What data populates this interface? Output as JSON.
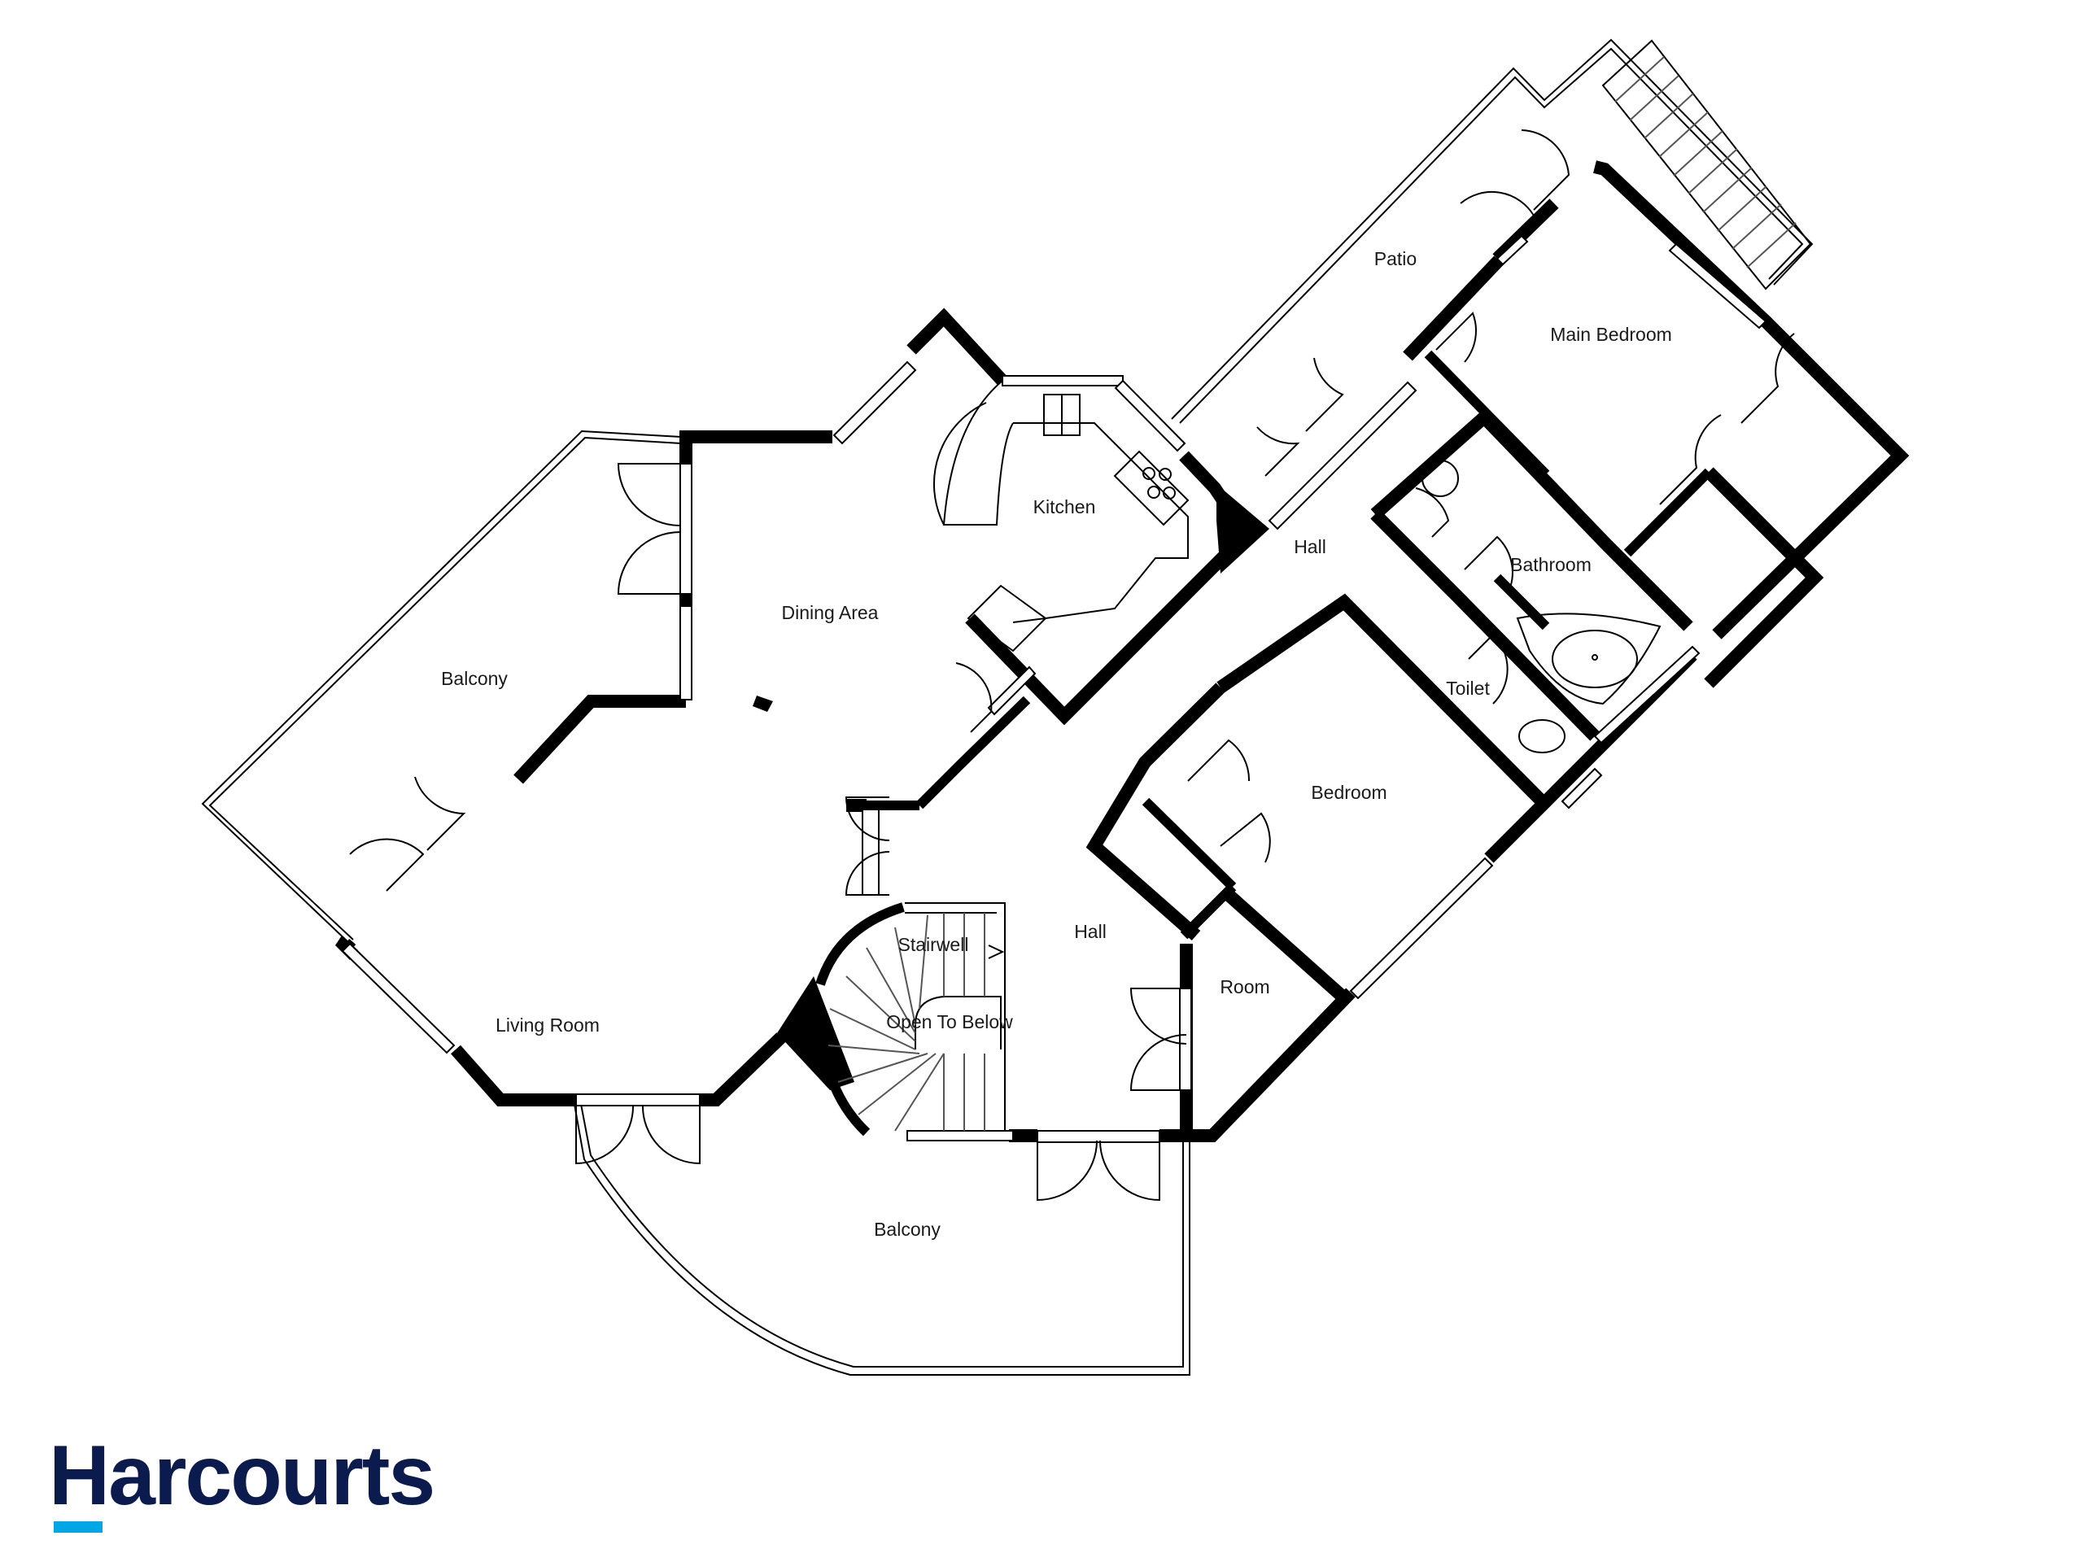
{
  "rooms": {
    "patio": "Patio",
    "main_bedroom": "Main Bedroom",
    "kitchen": "Kitchen",
    "hall_upper": "Hall",
    "bathroom": "Bathroom",
    "dining_area": "Dining Area",
    "balcony_left": "Balcony",
    "toilet": "Toilet",
    "bedroom": "Bedroom",
    "stairwell": "Stairwell",
    "hall_lower": "Hall",
    "room": "Room",
    "open_to_below": "Open To Below",
    "living_room": "Living Room",
    "balcony_bottom": "Balcony"
  },
  "brand": {
    "name": "Harcourts",
    "text_color": "#0b1b4d",
    "accent_color": "#00a6e6"
  }
}
